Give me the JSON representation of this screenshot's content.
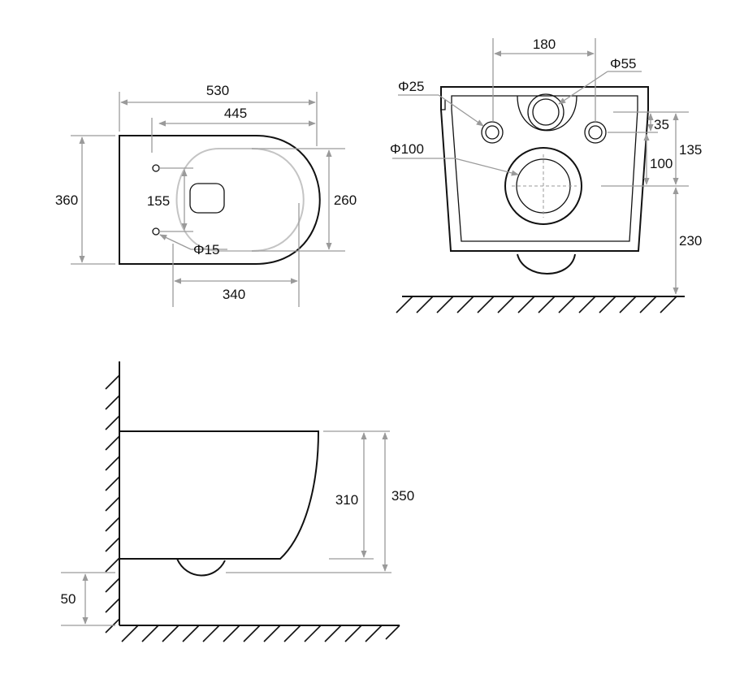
{
  "top_view": {
    "dim_530": "530",
    "dim_445": "445",
    "dim_360": "360",
    "dim_260": "260",
    "dim_155": "155",
    "dim_340": "340",
    "phi15": "Φ15"
  },
  "front_view": {
    "dim_180": "180",
    "phi55": "Φ55",
    "phi25": "Φ25",
    "phi100": "Φ100",
    "dim_35": "35",
    "dim_135": "135",
    "dim_100": "100",
    "dim_230": "230"
  },
  "side_view": {
    "dim_310": "310",
    "dim_350": "350",
    "dim_50": "50"
  },
  "colors": {
    "outline": "#111111",
    "dimension": "#9a9a9a",
    "hidden": "#c4c4c4"
  }
}
